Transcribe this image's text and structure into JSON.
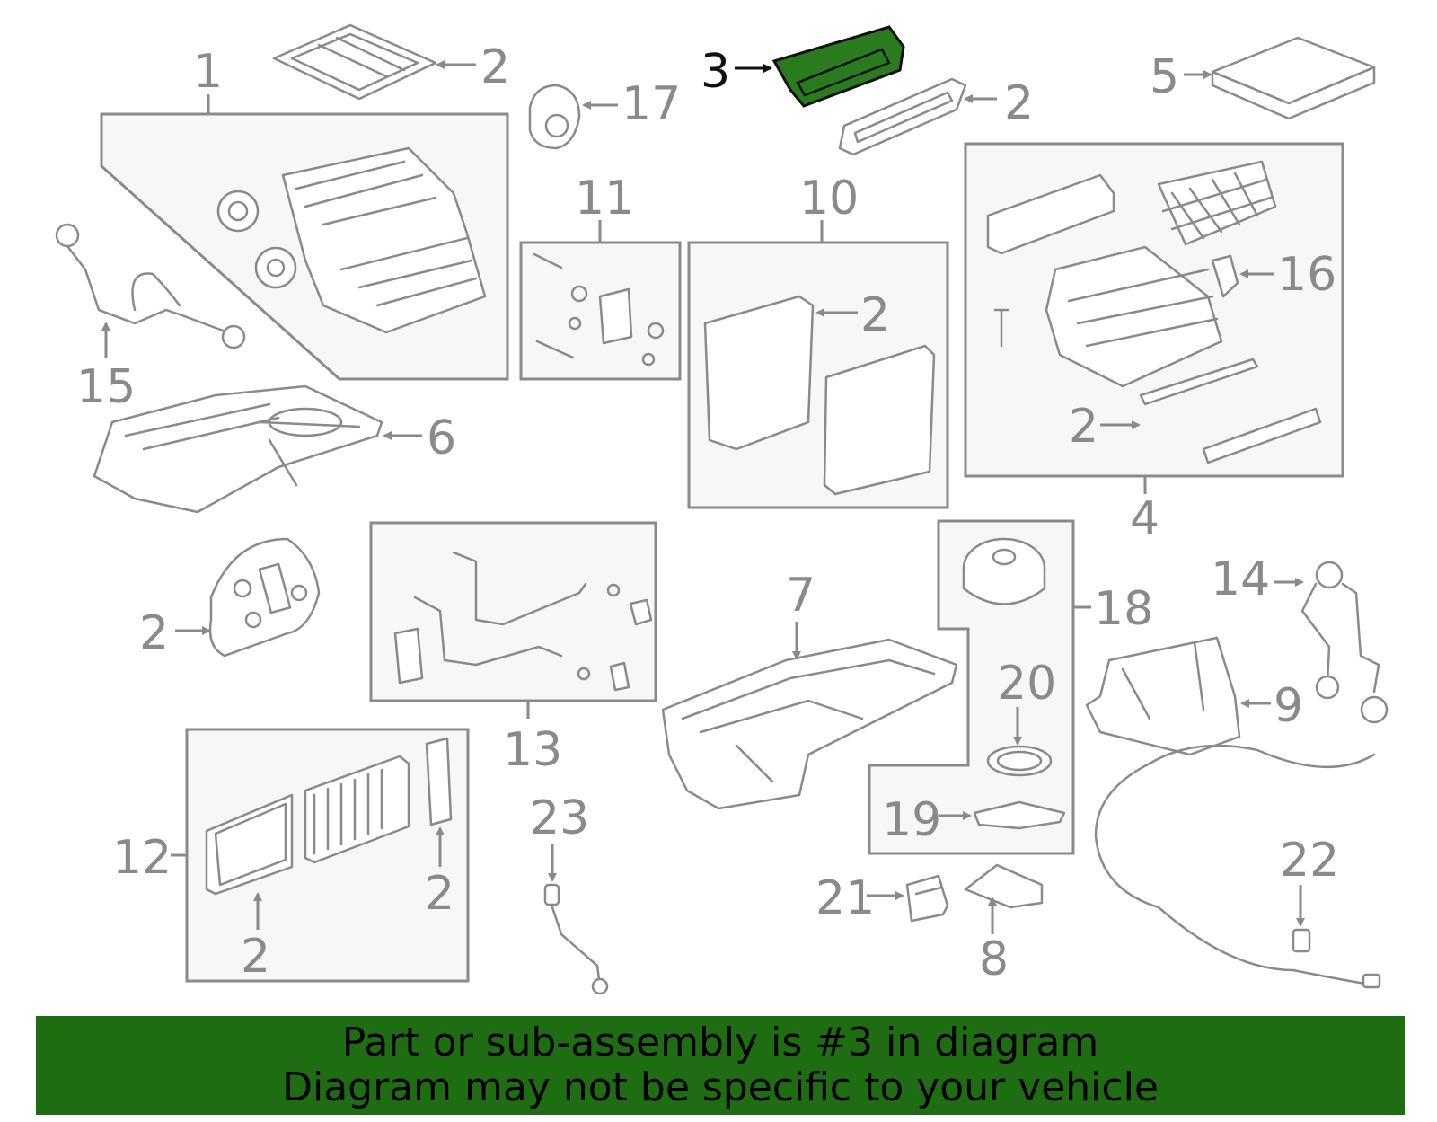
{
  "callouts": {
    "c1": "1",
    "c2a": "2",
    "c3": "3",
    "c17": "17",
    "c2b": "2",
    "c5": "5",
    "c11": "11",
    "c10": "10",
    "c2c": "2",
    "c4": "4",
    "c16": "16",
    "c2d": "2",
    "c15": "15",
    "c6": "6",
    "c2e": "2",
    "c13": "13",
    "c7": "7",
    "c18": "18",
    "c14": "14",
    "c9": "9",
    "c20": "20",
    "c19": "19",
    "c12": "12",
    "c2f": "2",
    "c2g": "2",
    "c23": "23",
    "c21": "21",
    "c8": "8",
    "c22": "22"
  },
  "highlight_part": "3",
  "colors": {
    "highlight": "#2a7a1e",
    "banner": "#1f6d12",
    "line": "#8a8a8a"
  },
  "banner": {
    "line1": "Part or sub-assembly is #3 in diagram",
    "line2": "Diagram may not be specific to your vehicle"
  }
}
